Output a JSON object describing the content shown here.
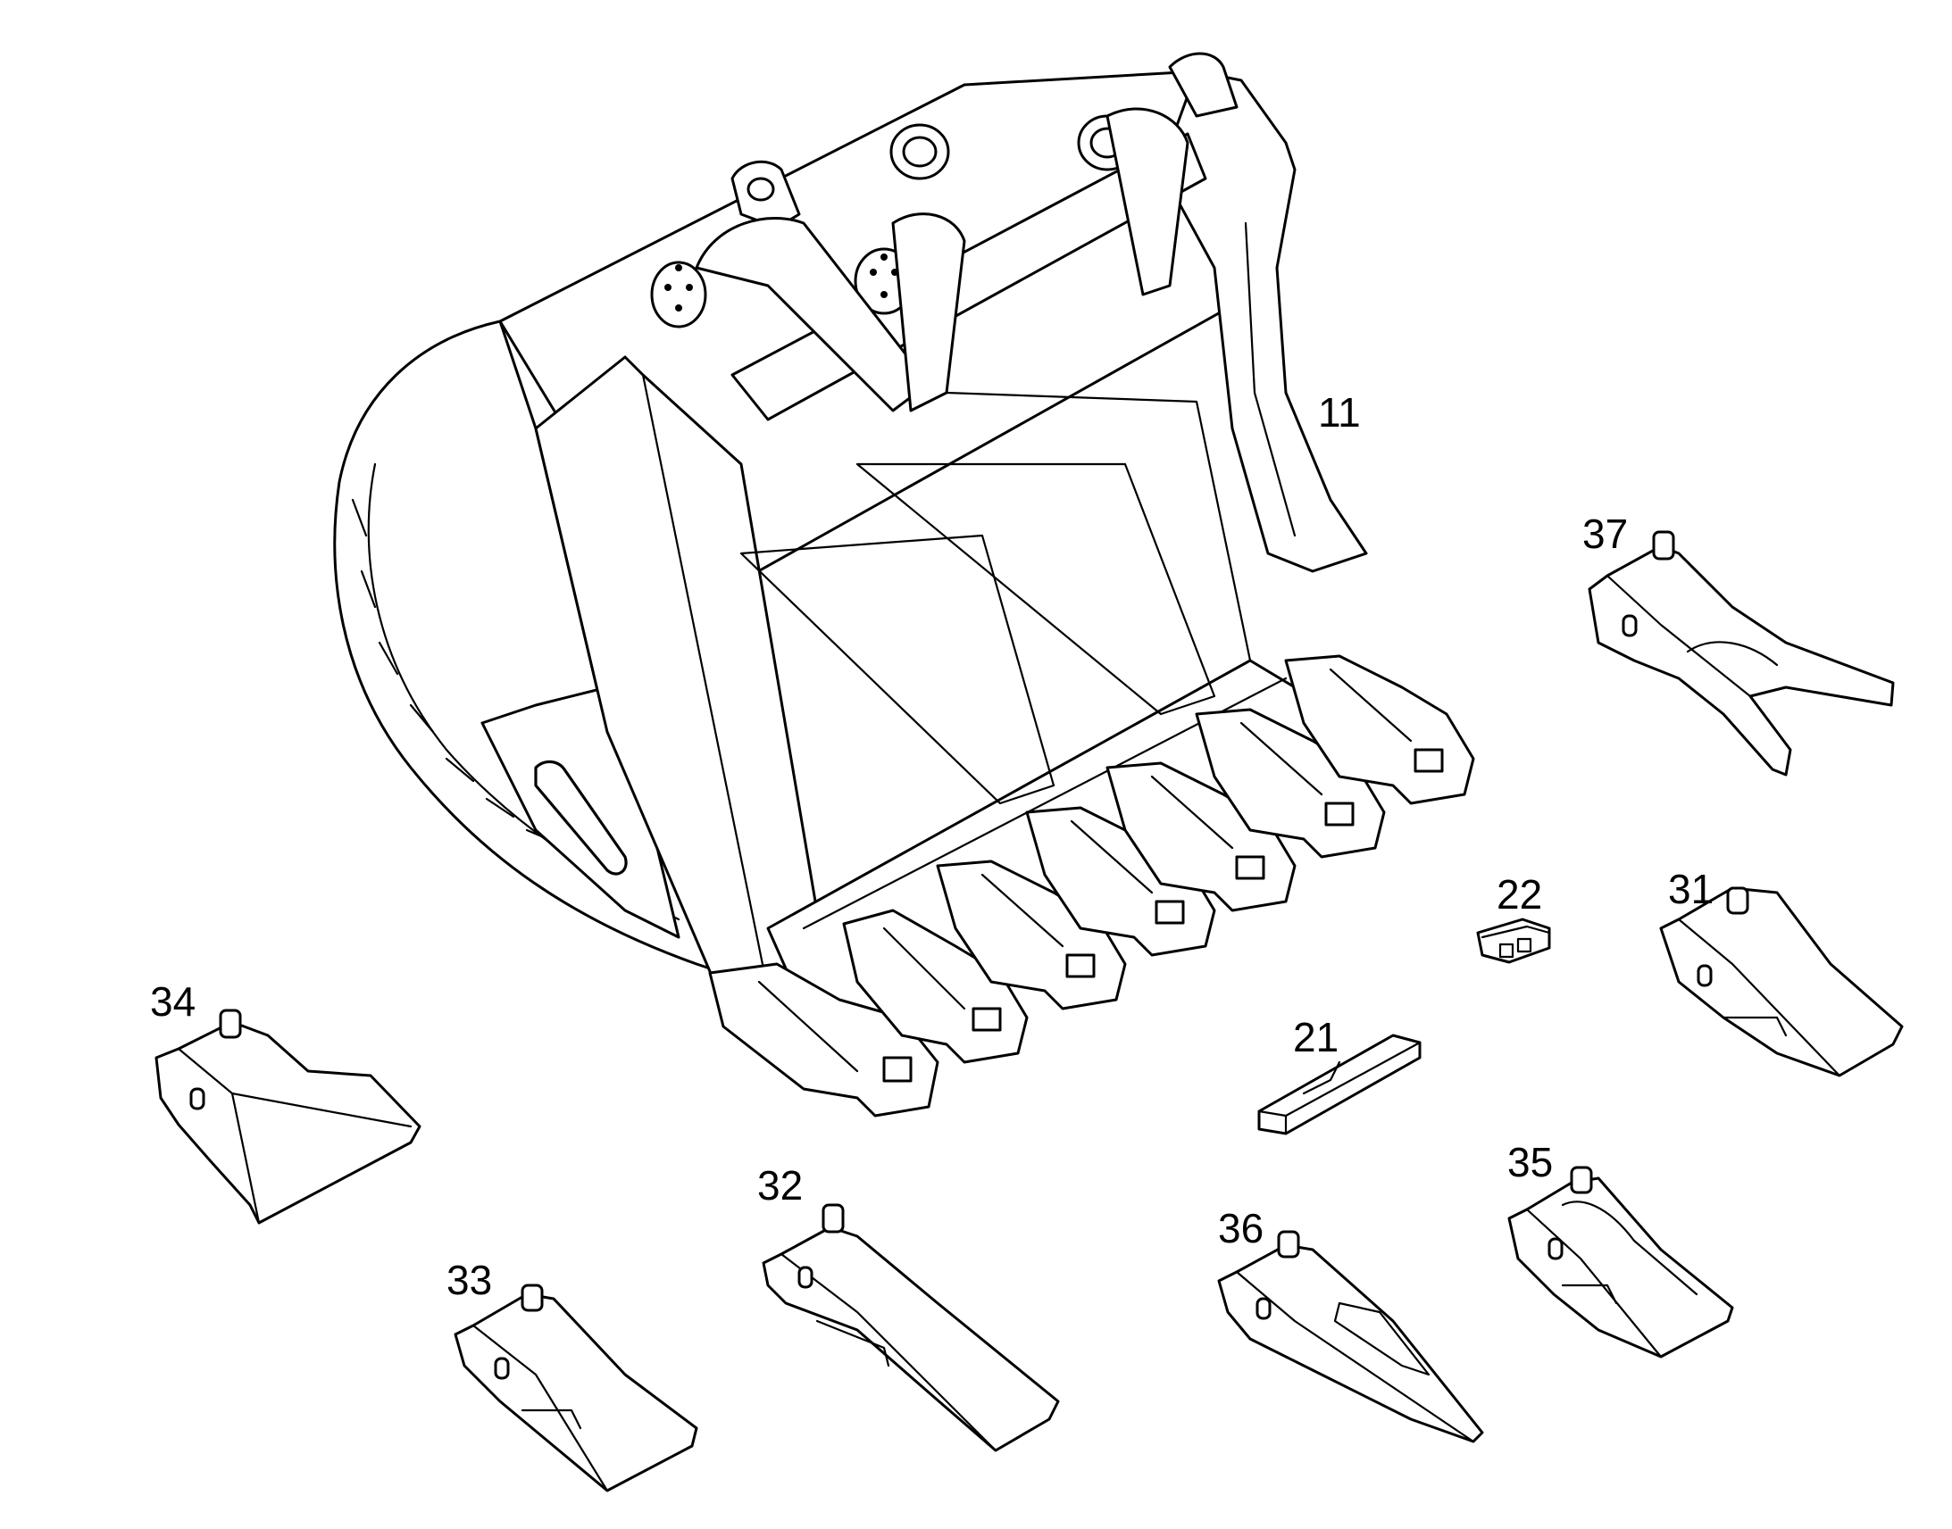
{
  "diagram": {
    "labels": {
      "l11": "11",
      "l21": "21",
      "l22": "22",
      "l31": "31",
      "l32": "32",
      "l33": "33",
      "l34": "34",
      "l35": "35",
      "l36": "36",
      "l37": "37"
    }
  }
}
